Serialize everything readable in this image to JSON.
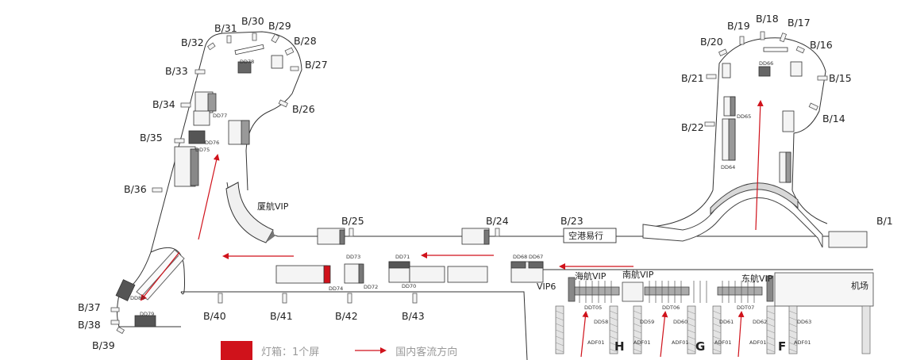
{
  "gates": {
    "b14": "B/14",
    "b15": "B/15",
    "b16": "B/16",
    "b17": "B/17",
    "b18": "B/18",
    "b19": "B/19",
    "b20": "B/20",
    "b21": "B/21",
    "b22": "B/22",
    "b23": "B/23",
    "b24": "B/24",
    "b25": "B/25",
    "b26": "B/26",
    "b27": "B/27",
    "b28": "B/28",
    "b29": "B/29",
    "b30": "B/30",
    "b31": "B/31",
    "b32": "B/32",
    "b33": "B/33",
    "b34": "B/34",
    "b35": "B/35",
    "b36": "B/36",
    "b37": "B/37",
    "b38": "B/38",
    "b39": "B/39",
    "b40": "B/40",
    "b41": "B/41",
    "b42": "B/42",
    "b43": "B/43",
    "b13_partial": "B/1"
  },
  "ads": {
    "dd58": "DD58",
    "dd59": "DD59",
    "dd60": "DD60",
    "dd61": "DD61",
    "dd62": "DD62",
    "dd63": "DD63",
    "dd64": "DD64",
    "dd65": "DD65",
    "dd66": "DD66",
    "dd67": "DD67",
    "dd68": "DD68",
    "dd70": "DD70",
    "dd71": "DD71",
    "dd72": "DD72",
    "dd73": "DD73",
    "dd74": "DD74",
    "dd75": "DD75",
    "dd76": "DD76",
    "dd77": "DD77",
    "dd78": "DD78",
    "dd79": "DD79",
    "dd80": "DD80",
    "ddt05": "DDT05",
    "ddt06": "DDT06",
    "ddt07": "DDT07",
    "adf01": "ADF01"
  },
  "zones": {
    "xiamen_vip": "厦航VIP",
    "hainan_vip": "海航VIP",
    "southern_vip": "南航VIP",
    "eastern_vip": "东航VIP",
    "vip6": "VIP6",
    "airport_shop": "空港易行",
    "airport_partial": "机场",
    "area_h": "H",
    "area_g": "G",
    "area_f": "F"
  },
  "legend": {
    "lightbox": "灯箱：1个屏",
    "flow": "国内客流方向"
  },
  "colors": {
    "lightbox": "#d0121b",
    "flow_arrow": "#d0121b",
    "outline": "#333333",
    "dark_block": "#555555"
  }
}
